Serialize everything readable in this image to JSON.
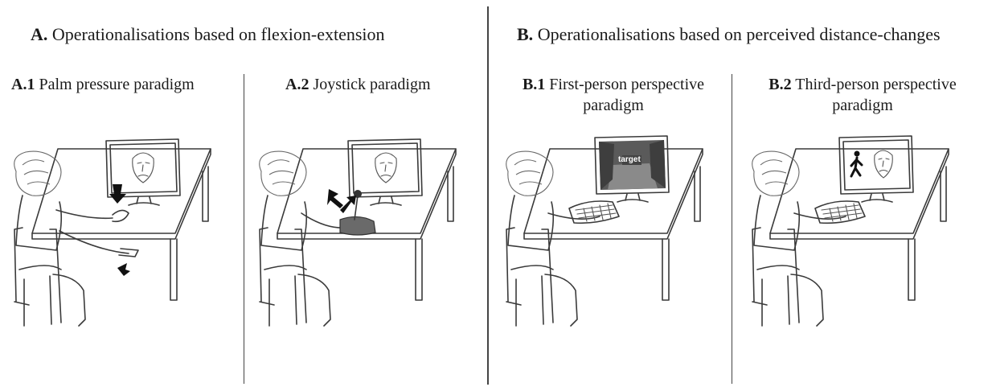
{
  "groups": {
    "a": {
      "letter": "A.",
      "title": "Operationalisations based on flexion-extension"
    },
    "b": {
      "letter": "B.",
      "title": "Operationalisations based on perceived distance-changes"
    }
  },
  "panels": {
    "a1": {
      "code": "A.1",
      "label": "Palm pressure paradigm"
    },
    "a2": {
      "code": "A.2",
      "label": "Joystick paradigm"
    },
    "b1": {
      "code": "B.1",
      "label_line1": "First-person perspective",
      "label_line2": "paradigm",
      "screen_text": "target"
    },
    "b2": {
      "code": "B.2",
      "label_line1": "Third-person perspective",
      "label_line2": "paradigm"
    }
  },
  "colors": {
    "ink": "#3a3a3a",
    "screen_dark": "#5a5a5a",
    "arrow": "#111111"
  },
  "icons": [
    "arrow-down-icon",
    "arrow-up-icon",
    "diagonal-arrows-icon",
    "joystick-icon",
    "keyboard-icon",
    "walking-person-icon",
    "face-icon"
  ]
}
